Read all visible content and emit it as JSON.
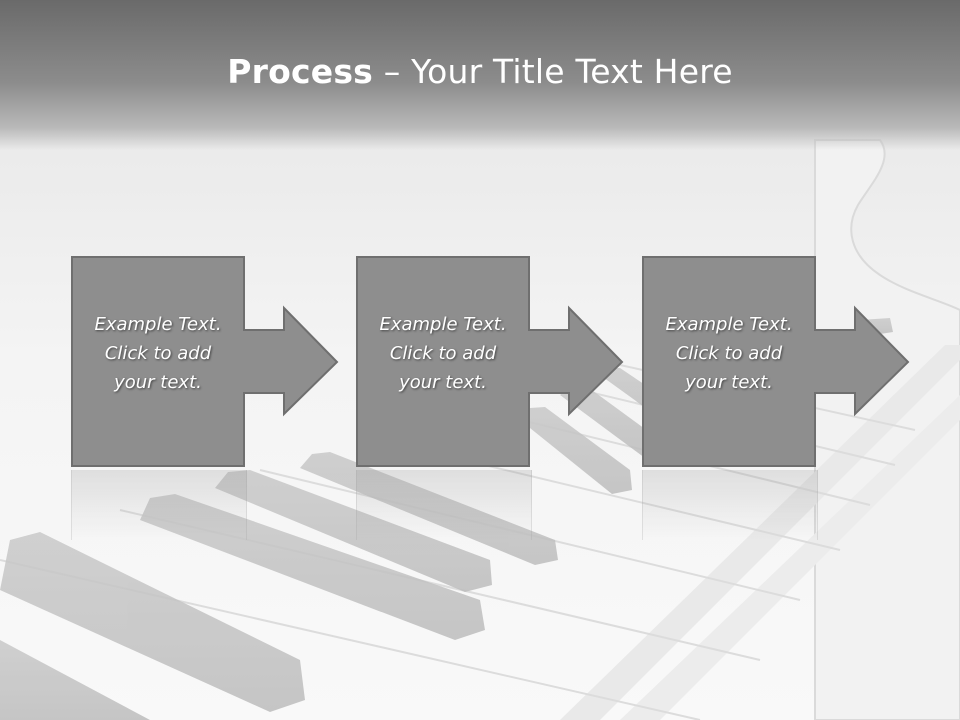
{
  "slide": {
    "title_bold": "Process",
    "title_rest": " – Your Title Text Here",
    "steps": [
      {
        "text": "Example Text.\nClick  to add\nyour text."
      },
      {
        "text": "Example Text.\nClick  to add\nyour text."
      },
      {
        "text": "Example Text.\nClick  to add\nyour text."
      }
    ]
  },
  "colors": {
    "title_band": "#7a7a7a",
    "box_fill": "#8e8e8e",
    "box_stroke": "#6f6f6f",
    "text": "#ffffff"
  },
  "background_image": "piano-keys"
}
